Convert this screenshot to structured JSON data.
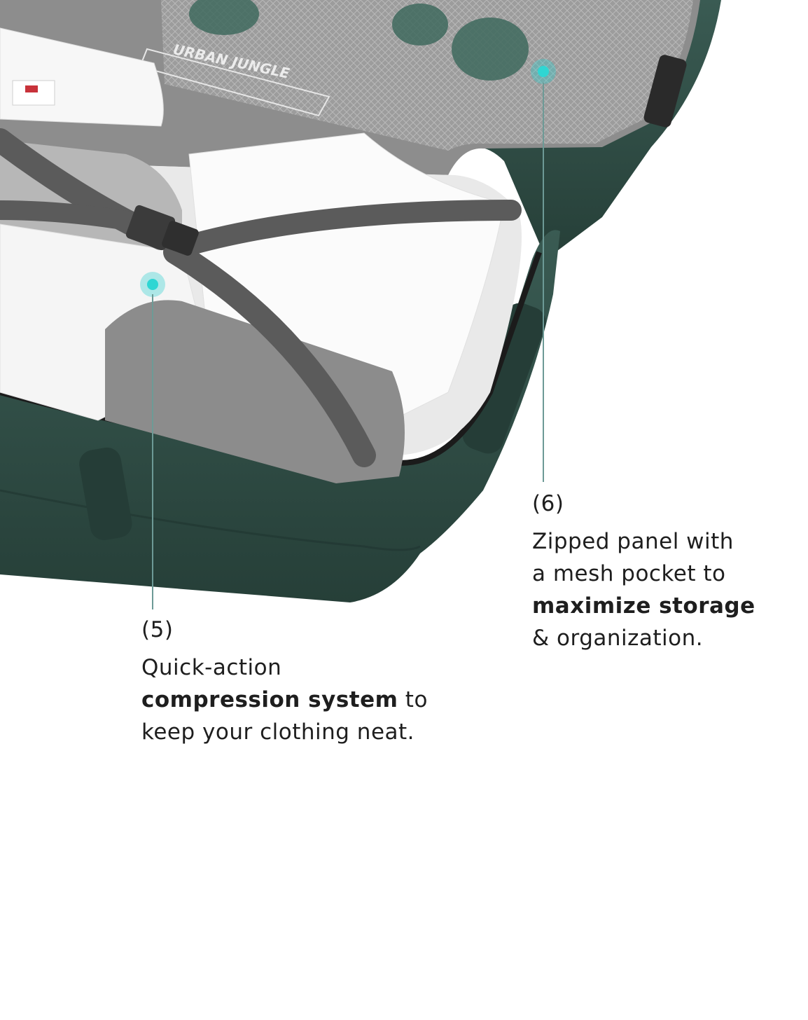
{
  "brand": {
    "logo_text": "URBAN JUNGLE"
  },
  "colors": {
    "shell": "#2f4d46",
    "shell_dark": "#22392f",
    "lining": "#8a8a8a",
    "mesh": "#9a9a9a",
    "strap": "#5e5e5e",
    "hotspot": "#2fd6d3",
    "leader": "#6d9a96"
  },
  "callouts": [
    {
      "number": "(5)",
      "line1": "Quick-action",
      "bold": "compression system",
      "after_bold": " to",
      "line3": "keep your clothing neat."
    },
    {
      "number": "(6)",
      "line1": "Zipped panel with",
      "line2": "a mesh pocket to",
      "bold": "maximize storage",
      "line4": "& organization."
    }
  ]
}
